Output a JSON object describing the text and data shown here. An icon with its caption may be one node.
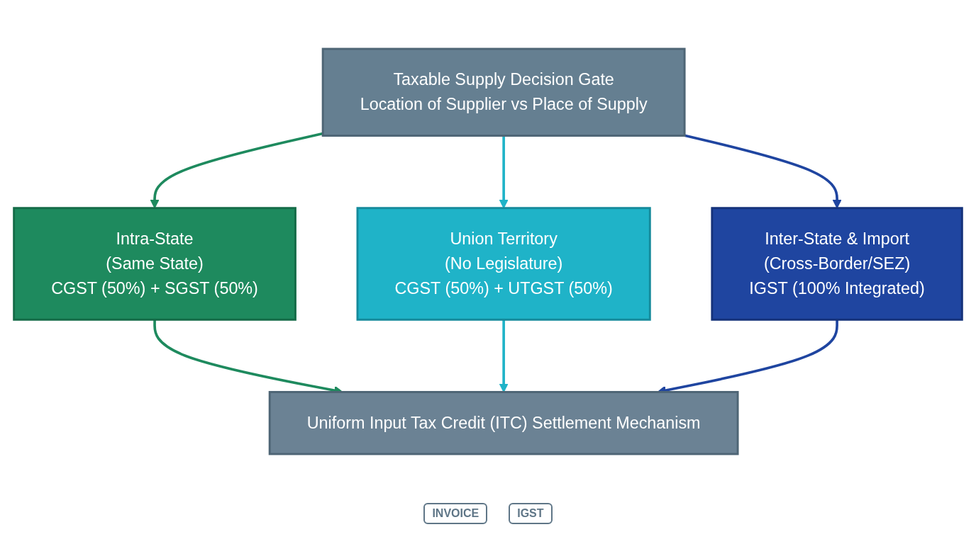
{
  "diagram": {
    "nodes": [
      {
        "text": [
          "Taxable Supply Decision Gate",
          "Location of Supplier vs Place of Supply"
        ]
      },
      {
        "text": [
          "Intra-State",
          "(Same State)",
          "CGST (50%) + SGST (50%)"
        ]
      },
      {
        "text": [
          "Union Territory",
          "(No Legislature)",
          "CGST (50%) + UTGST (50%)"
        ]
      },
      {
        "text": [
          "Inter-State & Import",
          "(Cross-Border/SEZ)",
          "IGST (100% Integrated)"
        ]
      },
      {
        "text": [
          "Uniform Input Tax Credit (ITC) Settlement Mechanism"
        ]
      }
    ],
    "edges": [
      {
        "from": 0,
        "to": 1,
        "arrow": "to",
        "color": "#1e8a5e"
      },
      {
        "from": 0,
        "to": 2,
        "arrow": "to",
        "color": "#1fb3c8"
      },
      {
        "from": 0,
        "to": 3,
        "arrow": "to",
        "color": "#1f45a0"
      },
      {
        "from": 1,
        "to": 4,
        "arrow": "to",
        "color": "#1e8a5e"
      },
      {
        "from": 2,
        "to": 4,
        "arrow": "to",
        "color": "#1fb3c8"
      },
      {
        "from": 3,
        "to": 4,
        "arrow": "to",
        "color": "#1f45a0"
      }
    ],
    "labels": [
      "INVOICE",
      "IGST"
    ]
  }
}
